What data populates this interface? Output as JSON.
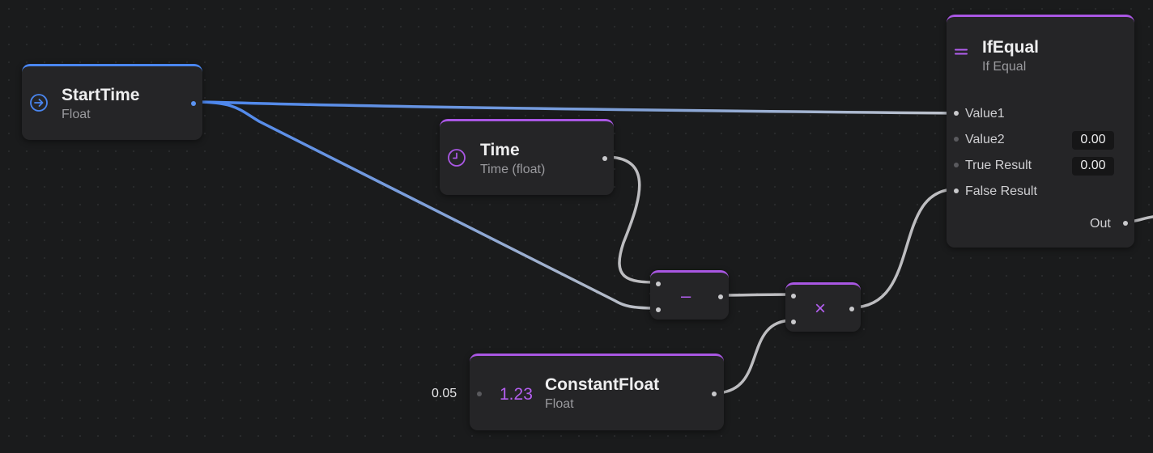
{
  "nodes": {
    "start_time": {
      "title": "StartTime",
      "subtitle": "Float",
      "icon": "arrow-circle-right-icon"
    },
    "time": {
      "title": "Time",
      "subtitle": "Time (float)",
      "icon": "clock-icon"
    },
    "if_equal": {
      "title": "IfEqual",
      "subtitle": "If Equal",
      "icon": "equals-icon",
      "inputs": [
        {
          "label": "Value1",
          "value": ""
        },
        {
          "label": "Value2",
          "value": "0.00"
        },
        {
          "label": "True Result",
          "value": "0.00"
        },
        {
          "label": "False Result",
          "value": ""
        }
      ],
      "output_label": "Out"
    },
    "subtract": {
      "symbol": "–"
    },
    "multiply": {
      "symbol": "×"
    },
    "constant_float": {
      "title": "ConstantFloat",
      "subtitle": "Float",
      "icon_text": "1.23",
      "input_value": "0.05"
    }
  },
  "colors": {
    "background": "#1a1b1c",
    "node": "#252527",
    "accent_blue": "#4a86f0",
    "accent_purple": "#a957e3",
    "wire_gray": "#bdbdc0"
  }
}
